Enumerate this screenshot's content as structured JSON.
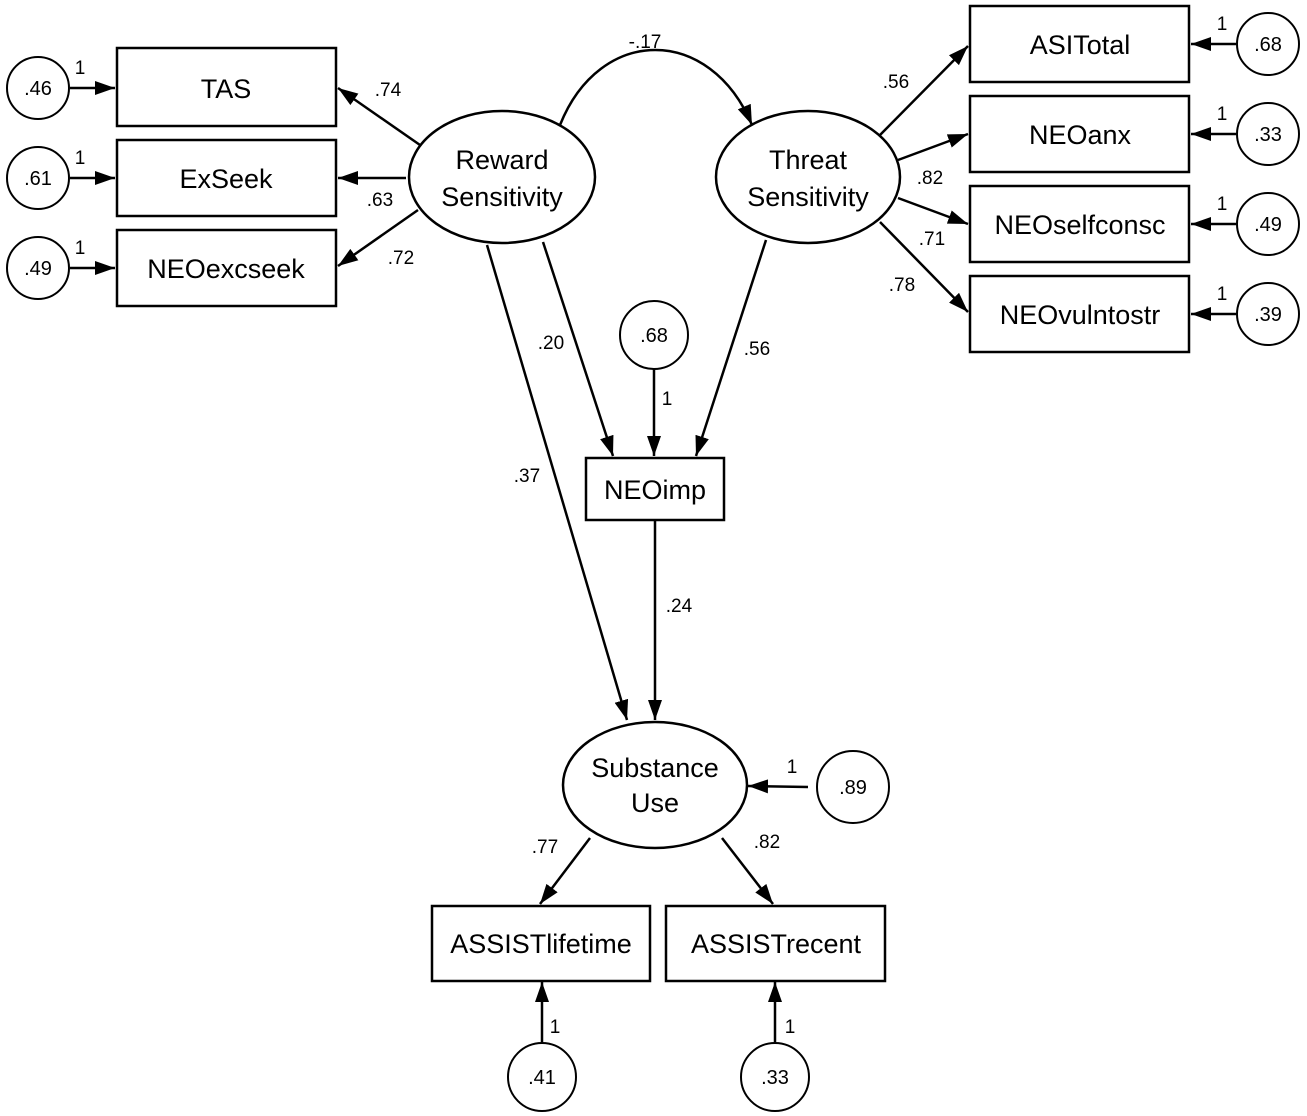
{
  "observed": {
    "tas": "TAS",
    "exseek": "ExSeek",
    "neoexcseek": "NEOexcseek",
    "asitotal": "ASITotal",
    "neoanx": "NEOanx",
    "neoselfconsc": "NEOselfconsc",
    "neovulntostr": "NEOvulntostr",
    "neoimp": "NEOimp",
    "assist_lifetime": "ASSISTlifetime",
    "assist_recent": "ASSISTrecent"
  },
  "latent": {
    "reward_l1": "Reward",
    "reward_l2": "Sensitivity",
    "threat_l1": "Threat",
    "threat_l2": "Sensitivity",
    "substance_l1": "Substance",
    "substance_l2": "Use"
  },
  "errors": {
    "tas": ".46",
    "exseek": ".61",
    "neoexcseek": ".49",
    "asitotal": ".68",
    "neoanx": ".33",
    "neoselfconsc": ".49",
    "neovulntostr": ".39",
    "neoimp": ".68",
    "substance": ".89",
    "assist_lifetime": ".41",
    "assist_recent": ".33"
  },
  "fixed_loading": "1",
  "paths": {
    "covariance": "-.17",
    "reward_tas": ".74",
    "reward_exseek": ".63",
    "reward_neoexcseek": ".72",
    "threat_asitotal": ".56",
    "threat_neoanx": ".82",
    "threat_neoselfconsc": ".71",
    "threat_neovulntostr": ".78",
    "reward_neoimp": ".20",
    "threat_neoimp": ".56",
    "reward_substance": ".37",
    "neoimp_substance": ".24",
    "substance_lifetime": ".77",
    "substance_recent": ".82"
  }
}
